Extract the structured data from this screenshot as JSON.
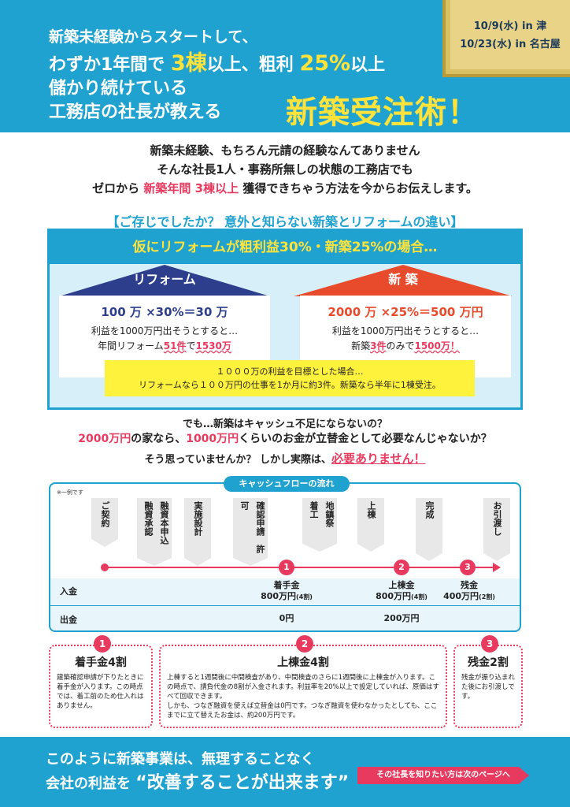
{
  "dates": {
    "line1": "10/9(水) in 津",
    "line2": "10/23(水) in 名古屋"
  },
  "headline": {
    "line1": "新築未経験からスタートして、",
    "line2_pre": "わずか1年間で",
    "line2_num1": "3棟",
    "line2_mid": "以上、粗利",
    "line2_num2": "25%",
    "line2_post": "以上",
    "line3": "儲かり続けている",
    "line4": "工務店の社長が教える",
    "title": "新築受注術！"
  },
  "intro": {
    "line1": "新築未経験、もちろん元請の経験なんてありません",
    "line2": "そんな社長1人・事務所無しの状態の工務店でも",
    "line3_pre": "ゼロから",
    "line3_red": "新築年間 3棟以上",
    "line3_post": "獲得できちゃう方法を今からお伝えします。"
  },
  "comparison": {
    "heading": "【ご存じでしたか？ 意外と知らない新築とリフォームの違い】",
    "banner": "仮にリフォームが粗利益30%・新築25%の場合…",
    "reform": {
      "label": "リフォーム",
      "calc": "100 万 ×30%＝30 万",
      "line1": "利益を1000万円出そうとすると…",
      "line2_pre": "年間リフォーム",
      "line2_red": "51件",
      "line2_mid": "で",
      "line2_red2": "1530万"
    },
    "new": {
      "label": "新 築",
      "calc": "2000 万 ×25%＝500 万円",
      "line1": "利益を1000万円出そうとすると…",
      "line2_pre": "新築",
      "line2_red": "3件",
      "line2_mid": "のみで",
      "line2_red2": "1500万！"
    },
    "note_line1": "１０００万の利益を目標とした場合…",
    "note_line2": "リフォームなら１００万円の仕事を1か月に約3件。新築なら半年に1棟受注。",
    "colors": {
      "reform": "#2d3e8c",
      "new": "#e84a2c",
      "accent": "#1fa2cf"
    }
  },
  "question": {
    "line1": "でも…新築はキャッシュ不足にならないの？",
    "line2_red1": "2000万円",
    "line2_mid": "の家なら、",
    "line2_red2": "1000万円",
    "line2_post": "くらいのお金が立替金として必要なんじゃないか？",
    "line3_pre": "そう思っていませんか？ しかし実際は、",
    "line3_red": "必要ありません！"
  },
  "cashflow": {
    "tag": "キャッシュフローの流れ",
    "example": "※一例です",
    "steps": [
      "ご契約",
      "融資本申込融資承認",
      "実施設計",
      "確認申請許可",
      "地鎮祭着工",
      "上棟",
      "完成",
      "お引渡し"
    ],
    "steps_split": [
      [
        "ご契約"
      ],
      [
        "融資本申込",
        "融資承認"
      ],
      [
        "実施設計"
      ],
      [
        "確認申請",
        "許可"
      ],
      [
        "地鎮祭",
        "着工"
      ],
      [
        "上棟"
      ],
      [
        "完成"
      ],
      [
        "お引渡し"
      ]
    ],
    "income_label": "入金",
    "expense_label": "出金",
    "pins": [
      "1",
      "2",
      "3"
    ],
    "payments": [
      {
        "name": "着手金",
        "amount": "800万円",
        "ratio": "(4割)"
      },
      {
        "name": "上棟金",
        "amount": "800万円",
        "ratio": "(4割)"
      },
      {
        "name": "残金",
        "amount": "400万円",
        "ratio": "(2割)"
      }
    ],
    "expenses": [
      "0円",
      "200万円"
    ]
  },
  "notes": [
    {
      "num": "1",
      "title": "着手金4割",
      "body": "建築確認申請が下りたときに着手金が入ります。この時点では、着工前のため仕入れはありません。"
    },
    {
      "num": "2",
      "title": "上棟金4割",
      "body1": "上棟すると1週間後に中間検査があり、中間検査のさらに1週間後に上棟金が入ります。この時点で、請負代金の8割が入金されます。利益率を20%以上で設定していれば、原価はすべて回収できます。",
      "body2": "しかも、つなぎ融資を使えば立替金は0円です。つなぎ融資を使わなかったとしても、ここまでに立て替えたお金は、約200万円です。"
    },
    {
      "num": "3",
      "title": "残金2割",
      "body": "残金が振り込まれた後にお引渡しです。"
    }
  ],
  "footer": {
    "line1": "このように新築事業は、無理することなく",
    "line2_pre": "会社の利益を",
    "line2_em": "“改善することが出来ます”",
    "next": "その社長を知りたい方は次のページへ"
  }
}
